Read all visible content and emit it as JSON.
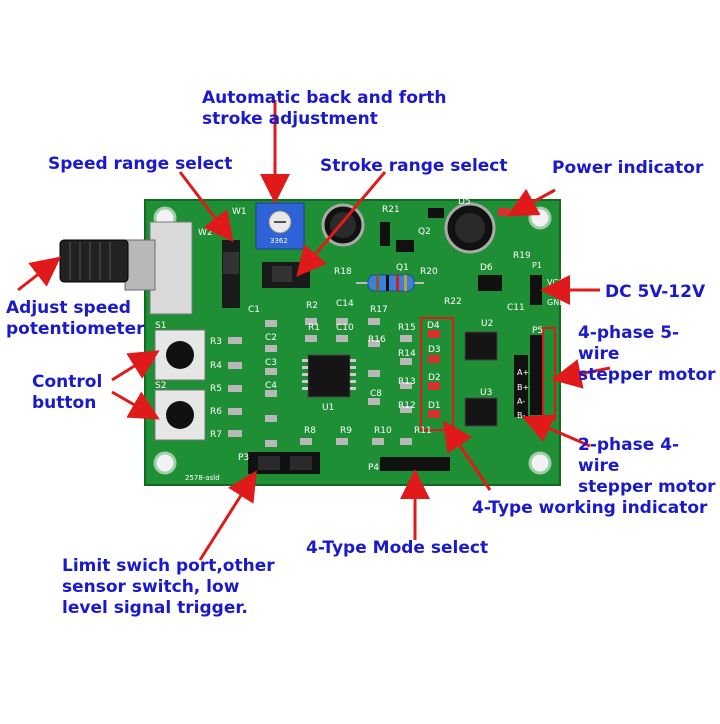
{
  "callouts": {
    "auto_stroke": "Automatic back and forth\nstroke adjustment",
    "speed_range": "Speed range select",
    "stroke_range": "Stroke range select",
    "power_indicator": "Power indicator",
    "adjust_speed": "Adjust speed\npotentiometer",
    "dc_input": "DC 5V-12V",
    "control_button": "Control\nbutton",
    "four_phase": "4-phase 5-wire\nstepper motor",
    "two_phase": "2-phase 4-wire\nstepper motor",
    "working_indicator": "4-Type working indicator",
    "limit_switch": "Limit swich port,other\nsensor switch, low\nlevel signal trigger.",
    "mode_select": "4-Type Mode select"
  },
  "board": {
    "silkscreen": [
      "W1",
      "W2",
      "R21",
      "Q2",
      "D5",
      "R19",
      "VCC",
      "GND",
      "P1",
      "Q1",
      "R18",
      "R20",
      "D6",
      "R22",
      "C11",
      "C1",
      "R2",
      "C14",
      "R17",
      "R15",
      "D4",
      "U2",
      "P5",
      "R1",
      "C10",
      "R16",
      "D3",
      "C2",
      "R14",
      "C3",
      "D2",
      "R13",
      "C4",
      "C8",
      "R12",
      "D1",
      "U1",
      "U3",
      "R8",
      "R9",
      "R10",
      "R11",
      "P3",
      "P4",
      "S1",
      "S2",
      "R3",
      "R4",
      "R5",
      "R6",
      "R7",
      "A+",
      "B+",
      "A-",
      "B-",
      "2578-asld"
    ],
    "pot_code": "3362"
  },
  "colors": {
    "label": "#1a1acd",
    "arrow": "#e01a1a",
    "pcb": "#1f8f35",
    "pcb_dark": "#157a2a"
  }
}
